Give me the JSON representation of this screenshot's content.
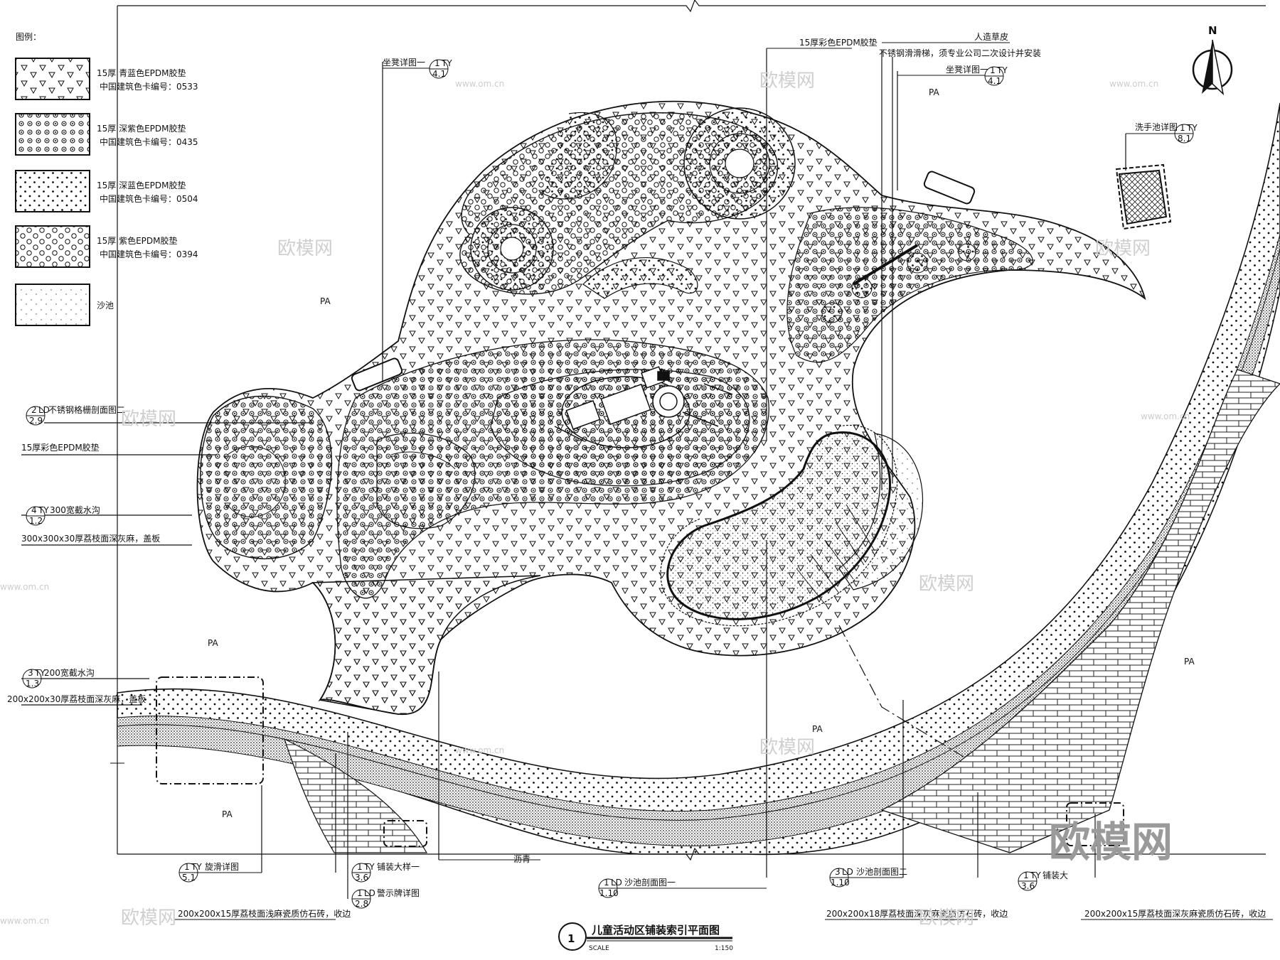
{
  "legend": {
    "title": "图例：",
    "items": [
      {
        "line1": "15厚 青蓝色EPDM胶垫",
        "line2": "中国建筑色卡编号：0533",
        "pattern": "tri"
      },
      {
        "line1": "15厚 深紫色EPDM胶垫",
        "line2": "中国建筑色卡编号：0435",
        "pattern": "star"
      },
      {
        "line1": "15厚 深蓝色EPDM胶垫",
        "line2": "中国建筑色卡编号：0504",
        "pattern": "dots"
      },
      {
        "line1": "15厚 紫色EPDM胶垫",
        "line2": "中国建筑色卡编号：0394",
        "pattern": "rings"
      },
      {
        "line1": "沙池",
        "line2": "",
        "pattern": "sand"
      }
    ]
  },
  "north_label": "N",
  "pa": "PA",
  "callouts": {
    "c1": {
      "top": "1",
      "code": "TY",
      "bottom": "4.1",
      "text": "坐凳详图一"
    },
    "c2": {
      "top": "1",
      "code": "TY",
      "bottom": "4.1",
      "text": "坐凳详图一"
    },
    "c3": {
      "top": "1",
      "code": "TY",
      "bottom": "8.1",
      "text": "洗手池详图"
    },
    "c4": {
      "top": "2",
      "code": "LD",
      "bottom": "2.9",
      "text": "不锈钢格栅剖面图二"
    },
    "c5": {
      "top": "4",
      "code": "TY",
      "bottom": "1.2",
      "text": "300宽截水沟"
    },
    "c6": {
      "top": "3",
      "code": "TY",
      "bottom": "1.3",
      "text": "200宽截水沟"
    },
    "c7": {
      "top": "1",
      "code": "TY",
      "bottom": "5.1",
      "text": "旋滑详图"
    },
    "c8": {
      "top": "1",
      "code": "TY",
      "bottom": "3.6",
      "text": "铺装大样一"
    },
    "c9": {
      "top": "1",
      "code": "LD",
      "bottom": "2.8",
      "text": "警示牌详图"
    },
    "c10": {
      "top": "1",
      "code": "LD",
      "bottom": "1.10",
      "text": "沙池剖面图一"
    },
    "c11": {
      "top": "3",
      "code": "LD",
      "bottom": "1.10",
      "text": "沙池剖面图二"
    },
    "c12": {
      "top": "1",
      "code": "TY",
      "bottom": "3.6",
      "text": "铺装大"
    }
  },
  "notes": {
    "epdm_top": "15厚彩色EPDM胶垫",
    "grass": "人造草皮",
    "steel": "不锈钢滑滑梯，须专业公司二次设计并安装",
    "epdm_left": "15厚彩色EPDM胶垫",
    "paving300": "300x300x30厚荔枝面深灰麻，盖板",
    "paving200a": "200x200x30厚荔枝面深灰麻，盖板",
    "paving200b": "200x200x15厚荔枝面浅麻瓷质仿石砖，收边",
    "asphalt": "沥青",
    "paving200c": "200x200x18厚荔枝面深灰麻瓷质仿石砖，收边",
    "paving200d": "200x200x15厚荔枝面深灰麻瓷质仿石砖，收边"
  },
  "title_block": {
    "num": "1",
    "title": "儿童活动区铺装索引平面图",
    "scale_label": "SCALE",
    "scale_value": "1:150"
  },
  "watermarks": {
    "small": "www.om.cn",
    "logo": "欧模网"
  }
}
